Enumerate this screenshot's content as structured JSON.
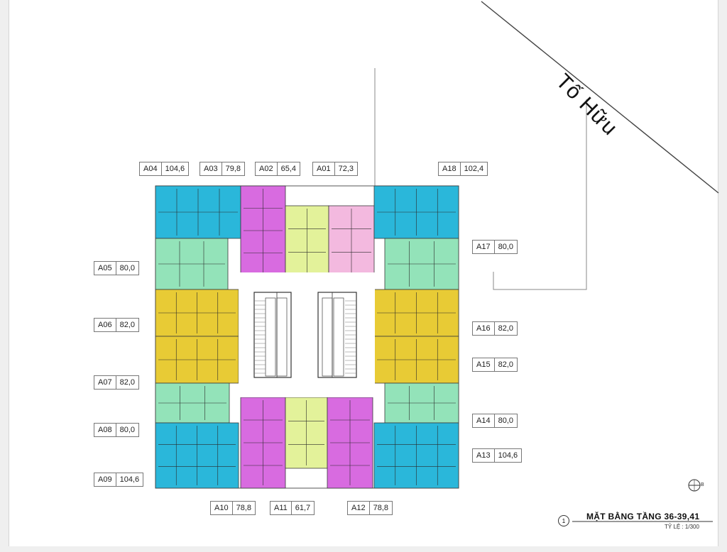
{
  "street_name": "Tố Hữu",
  "apartments": [
    {
      "code": "A04",
      "area": "104,6",
      "color": "cyan"
    },
    {
      "code": "A03",
      "area": "79,8",
      "color": "magenta"
    },
    {
      "code": "A02",
      "area": "65,4",
      "color": "lime"
    },
    {
      "code": "A01",
      "area": "72,3",
      "color": "pink"
    },
    {
      "code": "A18",
      "area": "102,4",
      "color": "cyan"
    },
    {
      "code": "A05",
      "area": "80,0",
      "color": "mint"
    },
    {
      "code": "A17",
      "area": "80,0",
      "color": "mint"
    },
    {
      "code": "A06",
      "area": "82,0",
      "color": "yellow"
    },
    {
      "code": "A16",
      "area": "82,0",
      "color": "yellow"
    },
    {
      "code": "A07",
      "area": "82,0",
      "color": "yellow"
    },
    {
      "code": "A15",
      "area": "82,0",
      "color": "yellow"
    },
    {
      "code": "A08",
      "area": "80,0",
      "color": "mint"
    },
    {
      "code": "A14",
      "area": "80,0",
      "color": "mint"
    },
    {
      "code": "A09",
      "area": "104,6",
      "color": "cyan"
    },
    {
      "code": "A13",
      "area": "104,6",
      "color": "cyan"
    },
    {
      "code": "A10",
      "area": "78,8",
      "color": "magenta"
    },
    {
      "code": "A11",
      "area": "61,7",
      "color": "lime"
    },
    {
      "code": "A12",
      "area": "78,8",
      "color": "magenta"
    }
  ],
  "colors": {
    "cyan": "#2ab7da",
    "magenta": "#d86be0",
    "lime": "#e3f29a",
    "pink": "#f3b9df",
    "mint": "#93e3b9",
    "yellow": "#e8cb35"
  },
  "plan": {
    "number": "1",
    "title": "MẶT BẰNG TẦNG 36-39,41",
    "scale": "TỶ LỆ : 1/300",
    "north_letter": "B"
  }
}
